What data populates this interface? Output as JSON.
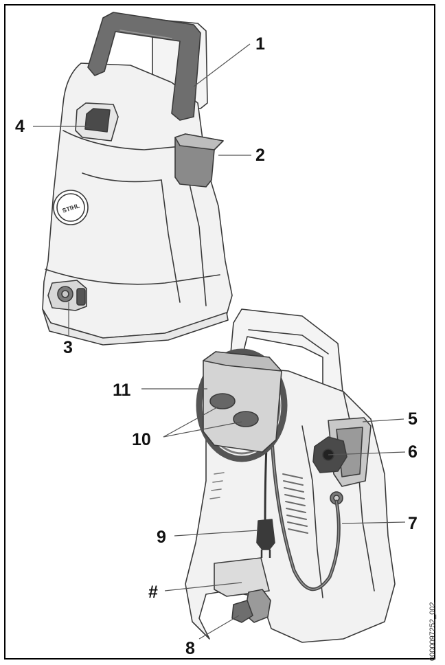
{
  "figure": {
    "brand_logo_text": "STIHL",
    "document_id": "0000097252_002",
    "colors": {
      "outline": "#3a3a3a",
      "body_fill": "#f2f2f2",
      "dark_part": "#6e6e6e",
      "mid_part": "#b5b5b5",
      "leader": "#555555"
    }
  },
  "callouts": [
    {
      "id": "1",
      "label": "1"
    },
    {
      "id": "2",
      "label": "2"
    },
    {
      "id": "3",
      "label": "3"
    },
    {
      "id": "4",
      "label": "4"
    },
    {
      "id": "5",
      "label": "5"
    },
    {
      "id": "6",
      "label": "6"
    },
    {
      "id": "7",
      "label": "7"
    },
    {
      "id": "8",
      "label": "8"
    },
    {
      "id": "9",
      "label": "9"
    },
    {
      "id": "10",
      "label": "10"
    },
    {
      "id": "11",
      "label": "11"
    },
    {
      "id": "hash",
      "label": "#"
    }
  ]
}
